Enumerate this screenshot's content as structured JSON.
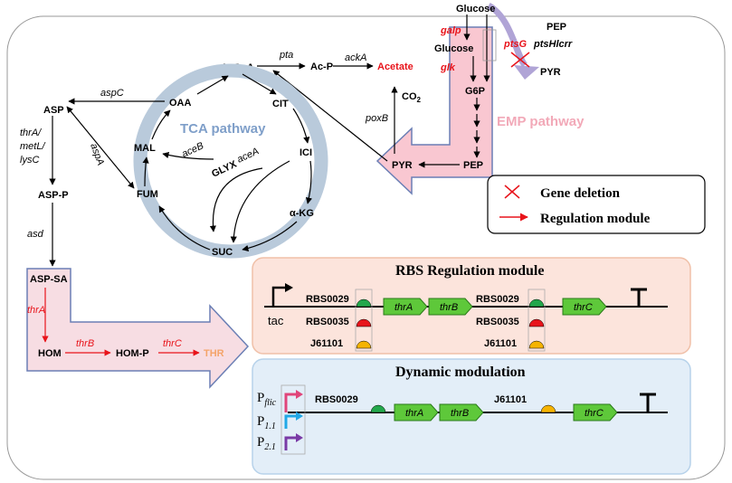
{
  "metabolites": {
    "glucose_top": "Glucose",
    "glucose_in": "Glucose",
    "pep_top": "PEP",
    "pyr_top": "PYR",
    "g6p": "G6P",
    "pep": "PEP",
    "pyr": "PYR",
    "acetate": "Acetate",
    "acp": "Ac-P",
    "co2": "CO",
    "co2_sub": "2",
    "accoa": "AcCoA",
    "cit": "CIT",
    "ici": "ICI",
    "akg": "α-KG",
    "suc": "SUC",
    "fum": "FUM",
    "mal": "MAL",
    "oaa": "OAA",
    "glyx": "GLYX",
    "asp": "ASP",
    "aspp": "ASP-P",
    "aspsa": "ASP-SA",
    "hom": "HOM",
    "homp": "HOM-P",
    "thr": "THR"
  },
  "genes": {
    "galp": "galp",
    "glk": "glk",
    "ptsg": "ptsG",
    "ptshlcrr": "ptsHlcrr",
    "pta": "pta",
    "acka": "ackA",
    "poxb": "poxB",
    "aspc": "aspC",
    "aspa": "aspA",
    "aceb": "aceB",
    "acea": "aceA",
    "thra_metl_lysc": [
      "thrA/",
      "metL/",
      "lysC"
    ],
    "asd": "asd",
    "thra": "thrA",
    "thrb": "thrB",
    "thrc": "thrC"
  },
  "pathways": {
    "tca": "TCA pathway",
    "emp": "EMP pathway"
  },
  "legend": {
    "deletion": "Gene deletion",
    "regulation": "Regulation module"
  },
  "rbs_module": {
    "title": "RBS Regulation module",
    "promoter": "tac",
    "rbs1": "RBS0029",
    "rbs2": "RBS0035",
    "rbs3": "J61101",
    "rbs1b": "RBS0029",
    "rbs2b": "RBS0035",
    "rbs3b": "J61101",
    "gene1": "thrA",
    "gene2": "thrB",
    "gene3": "thrC"
  },
  "dynamic_module": {
    "title": "Dynamic modulation",
    "p1": "P",
    "p1_sub": "flic",
    "p2": "P",
    "p2_sub": "1.1",
    "p3": "P",
    "p3_sub": "2.1",
    "rbs1": "RBS0029",
    "rbs2": "J61101",
    "gene1": "thrA",
    "gene2": "thrB",
    "gene3": "thrC"
  },
  "colors": {
    "red": "#e8141b",
    "tca_ring": "#b9cadb",
    "tca_text": "#7f9fc9",
    "emp_fill": "#f9c7d1",
    "emp_text": "#f2a9b8",
    "thr_fill": "#f7dde3",
    "thr_text": "#f4a46a",
    "rbs_box": "#fce4dc",
    "dyn_box": "#e3eef8",
    "gene_green": "#5ec83a",
    "rbs_green": "#22a74b",
    "rbs_red": "#e8141b",
    "rbs_yellow": "#f5b301"
  }
}
